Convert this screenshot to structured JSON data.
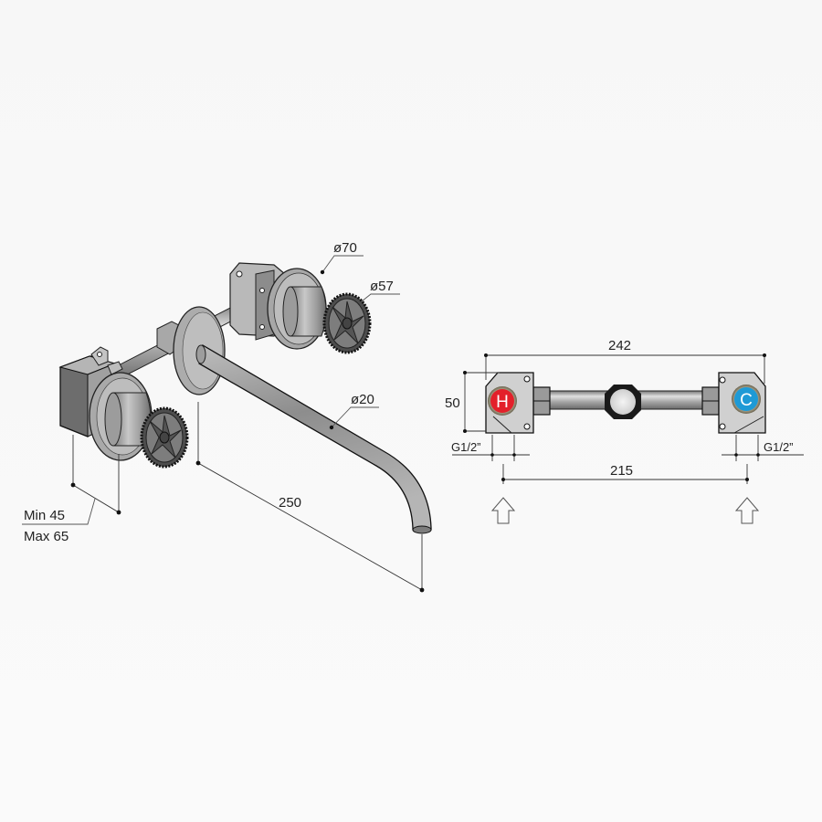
{
  "diagram": {
    "type": "technical-drawing",
    "subject": "wall-mounted two-handle basin mixer with spout",
    "background_color": "#f7f7f7",
    "perspective_view": {
      "labels": {
        "flange_diameter": "ø70",
        "handle_diameter": "ø57",
        "spout_diameter": "ø20",
        "spout_length": "250",
        "depth_min": "Min 45",
        "depth_max": "Max 65"
      }
    },
    "plan_view": {
      "labels": {
        "overall_width": "242",
        "height": "50",
        "connection_left": "G1/2”",
        "connection_right": "G1/2”",
        "inlet_spacing": "215"
      },
      "hot_badge": {
        "letter": "H",
        "color": "#e3202a"
      },
      "cold_badge": {
        "letter": "C",
        "color": "#1e9ad6"
      },
      "inlet_arrows": [
        "up-arrow",
        "up-arrow"
      ]
    }
  }
}
